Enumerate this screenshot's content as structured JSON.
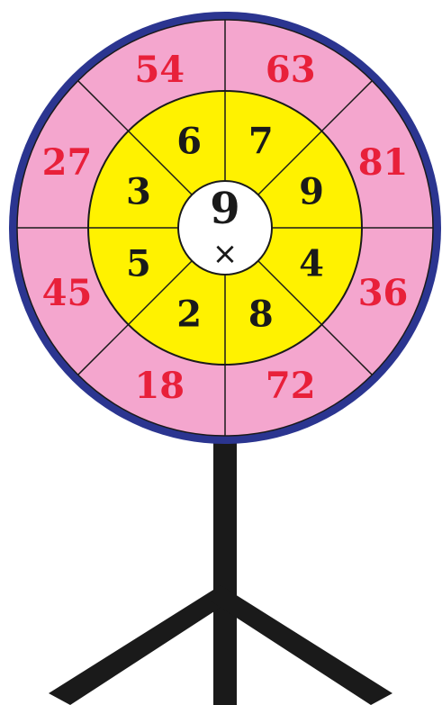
{
  "wheel": {
    "center": {
      "value": "9",
      "operator": "×"
    },
    "inner_numbers": [
      "7",
      "9",
      "4",
      "8",
      "2",
      "5",
      "3",
      "6"
    ],
    "outer_numbers": [
      "63",
      "81",
      "36",
      "72",
      "18",
      "45",
      "27",
      "54"
    ]
  },
  "colors": {
    "rim": "#2b3590",
    "outer_ring": "#f4a6ce",
    "inner_ring": "#fff200",
    "center": "#ffffff",
    "outer_text": "#e8203a",
    "inner_text": "#1a1a1a",
    "stand": "#1a1a1a"
  }
}
